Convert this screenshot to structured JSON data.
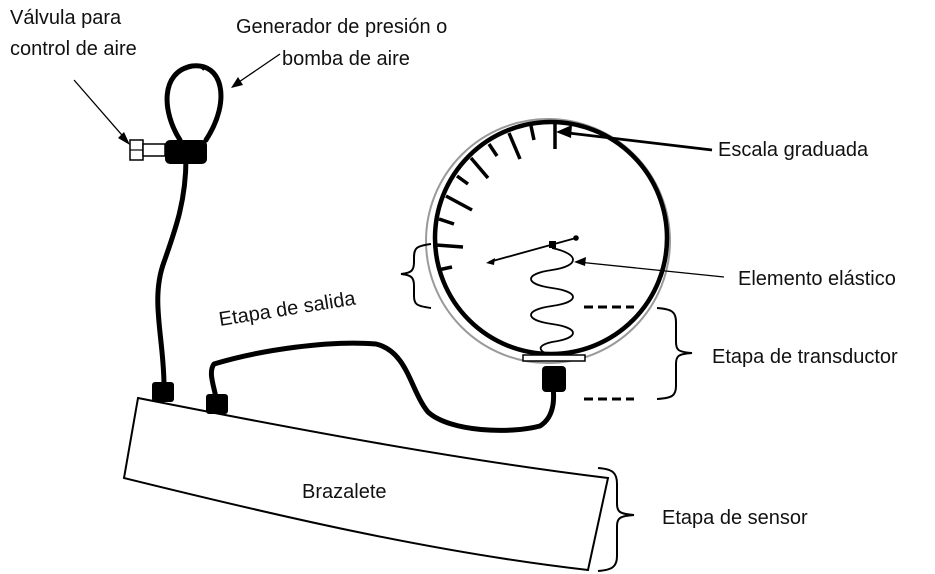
{
  "labels": {
    "valve_line1": "Válvula para",
    "valve_line2": "control de aire",
    "pump_line1": "Generador de presión o",
    "pump_line2": "bomba de aire",
    "scale": "Escala graduada",
    "elastic": "Elemento elástico",
    "output_stage": "Etapa de salida",
    "transducer_stage": "Etapa de transductor",
    "cuff": "Brazalete",
    "sensor_stage": "Etapa de sensor"
  },
  "colors": {
    "line": "#000000",
    "dial_rim": "#9a9a9a",
    "background": "#ffffff"
  }
}
